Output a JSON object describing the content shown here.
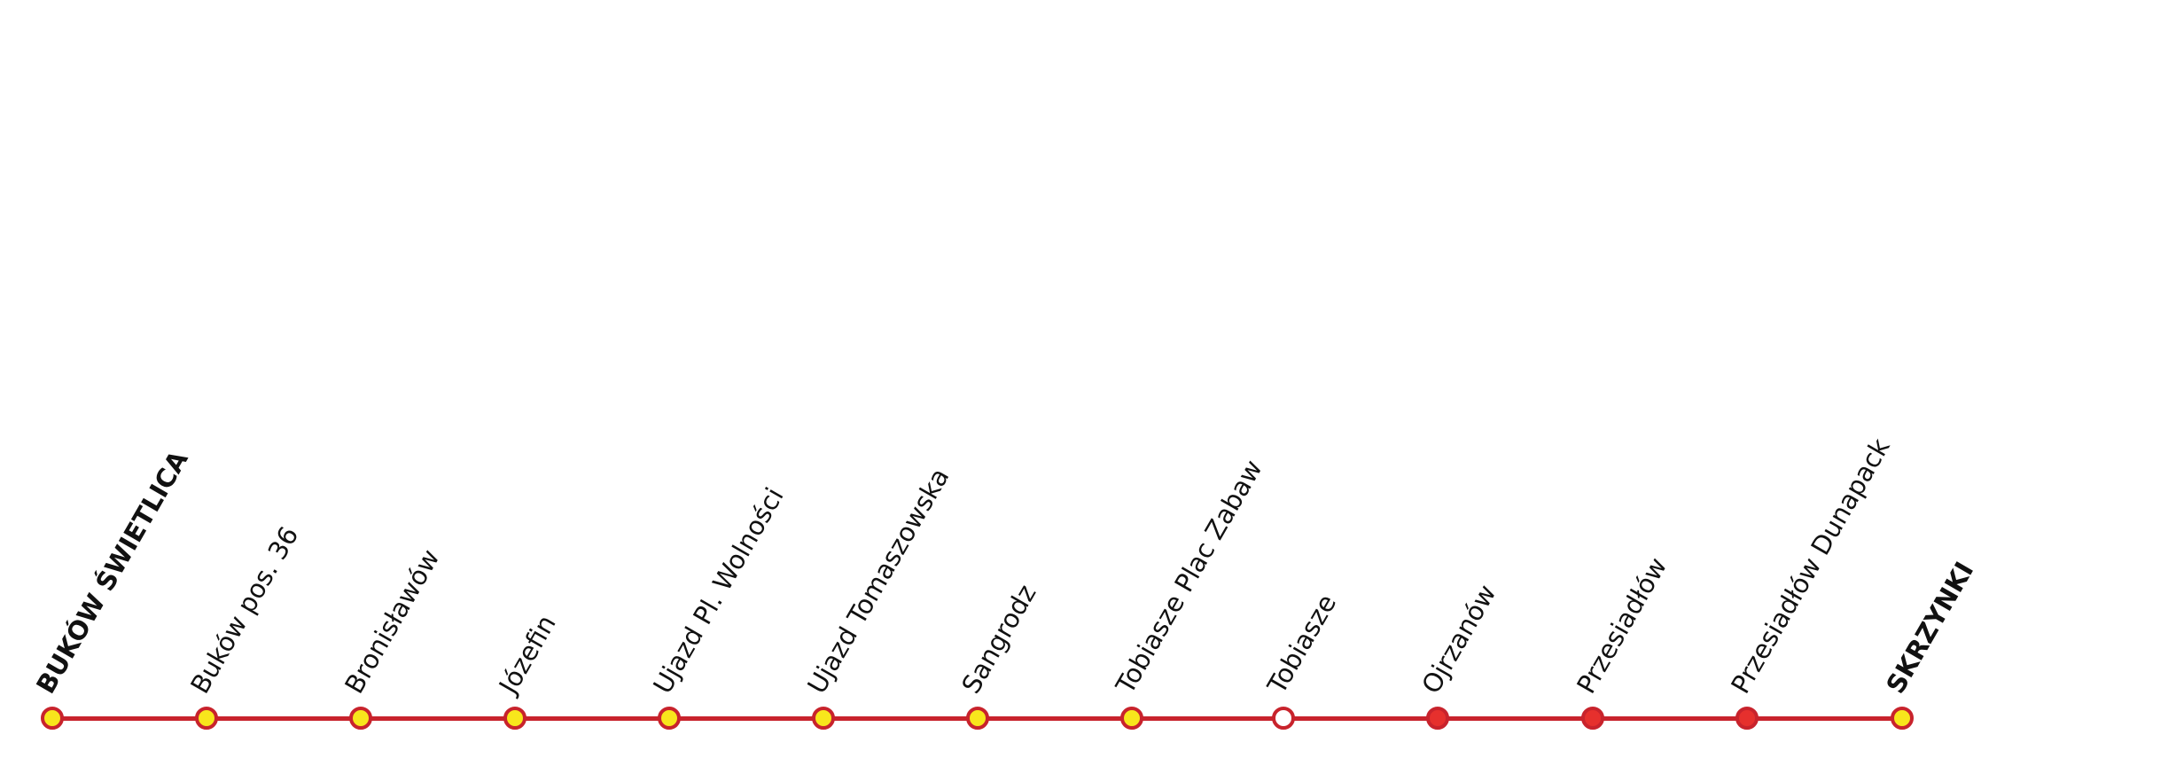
{
  "diagram": {
    "type": "route-line",
    "line_color": "#c8232c",
    "colors": {
      "stop_outline": "#c8232c",
      "stop_fill_yellow": "#f8e61c",
      "stop_fill_red": "#e6302d",
      "stop_fill_open": "#ffffff",
      "label_text": "#111111"
    },
    "stops": [
      {
        "name": "BUKÓW ŚWIETLICA",
        "style": "yellow",
        "terminus": true
      },
      {
        "name": "Buków pos. 36",
        "style": "yellow",
        "terminus": false
      },
      {
        "name": "Bronisławów",
        "style": "yellow",
        "terminus": false
      },
      {
        "name": "Józefin",
        "style": "yellow",
        "terminus": false
      },
      {
        "name": "Ujazd Pl. Wolności",
        "style": "yellow",
        "terminus": false
      },
      {
        "name": "Ujazd Tomaszowska",
        "style": "yellow",
        "terminus": false
      },
      {
        "name": "Sangrodz",
        "style": "yellow",
        "terminus": false
      },
      {
        "name": "Tobiasze Plac Zabaw",
        "style": "yellow",
        "terminus": false
      },
      {
        "name": "Tobiasze",
        "style": "open",
        "terminus": false
      },
      {
        "name": "Ojrzanów",
        "style": "red",
        "terminus": false
      },
      {
        "name": "Przesiadłów",
        "style": "red",
        "terminus": false
      },
      {
        "name": "Przesiadłów Dunapack",
        "style": "red",
        "terminus": false
      },
      {
        "name": "SKRZYNKI",
        "style": "yellow",
        "terminus": true
      }
    ]
  }
}
